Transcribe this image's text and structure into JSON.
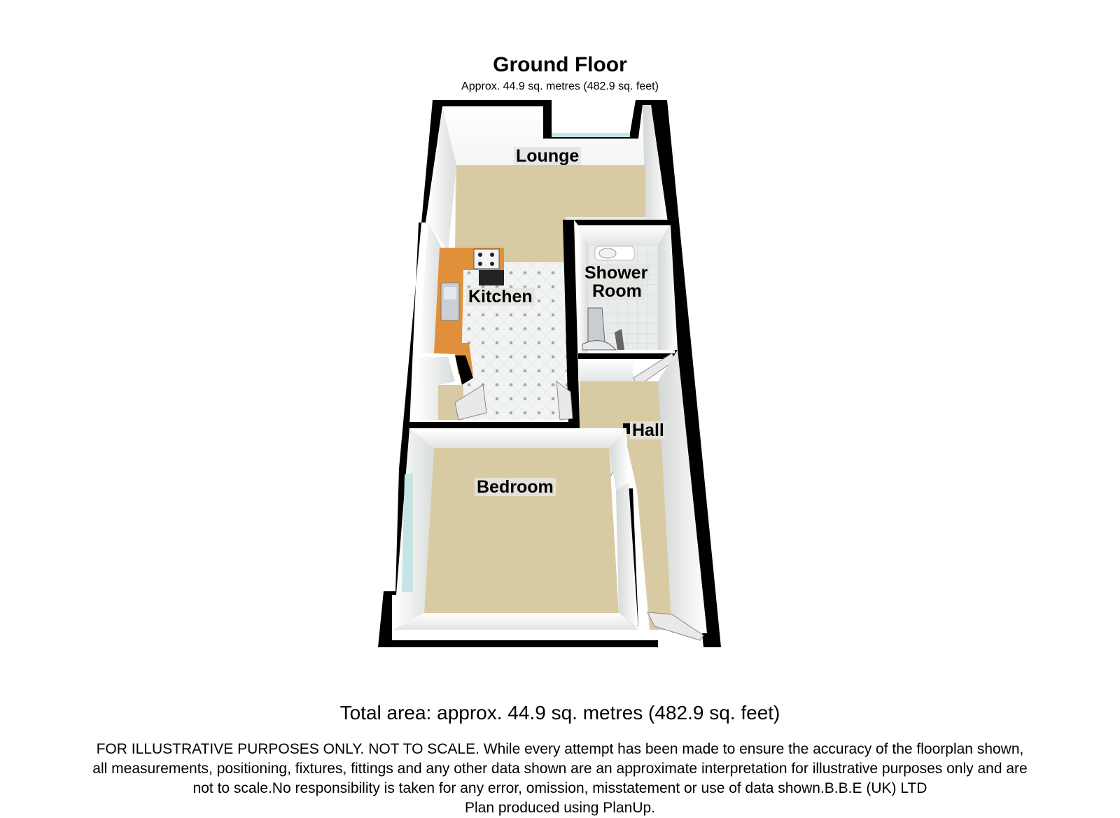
{
  "header": {
    "title": "Ground Floor",
    "subtitle": "Approx.  44.9 sq. metres (482.9 sq. feet)"
  },
  "rooms": {
    "lounge": "Lounge",
    "kitchen": "Kitchen",
    "shower_room_line1": "Shower",
    "shower_room_line2": "Room",
    "hall": "Hall",
    "bedroom": "Bedroom"
  },
  "footer": {
    "total_area": "Total area: approx.  44.9 sq. metres (482.9 sq. feet)",
    "disclaimer_line1": "FOR ILLUSTRATIVE PURPOSES ONLY. NOT TO SCALE. While every attempt has been made to ensure the accuracy of the floorplan shown,",
    "disclaimer_line2": "all measurements, positioning, fixtures, fittings and any other data shown are an approximate interpretation for illustrative purposes only and are",
    "disclaimer_line3": "not to scale.No responsibility is taken for any error, omission, misstatement or use of data shown.B.B.E (UK) LTD",
    "disclaimer_line4": "Plan produced using PlanUp."
  },
  "colors": {
    "wall": "#000000",
    "floor_carpet": "#d8cba3",
    "kitchen_tile": "#eef0f0",
    "worktop": "#e0903a",
    "inner_wall": "#e4e6e6"
  }
}
